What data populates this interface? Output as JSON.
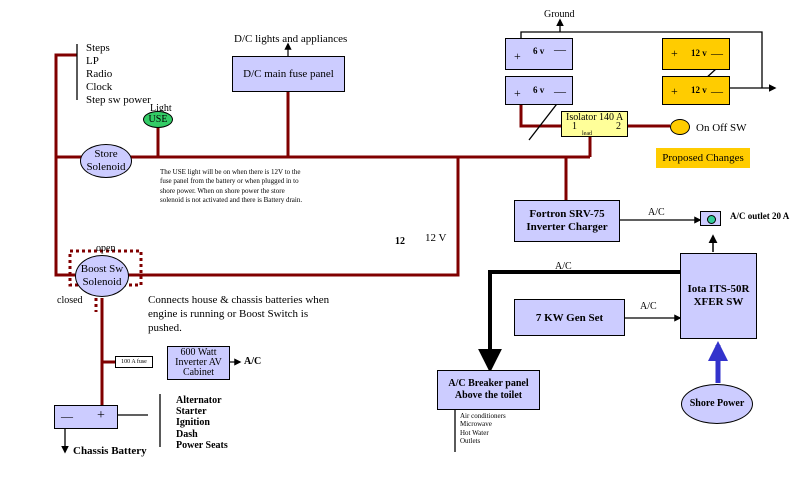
{
  "colors": {
    "wire_red": "#800000",
    "box_fill": "#ccccff",
    "yellow": "#ffcc00",
    "green": "#33cc66",
    "blue_arrow": "#3333cc"
  },
  "top_list": [
    "Steps",
    "LP",
    "Radio",
    "Clock",
    "Step sw power"
  ],
  "dc_panel": {
    "caption": "D/C lights and appliances",
    "label": "D/C main fuse panel"
  },
  "use_light": {
    "caption": "Light",
    "label": "USE"
  },
  "store_solenoid": {
    "label": "Store Solenoid"
  },
  "use_note": "The USE light will be on when there is 12V to the fuse panel from the battery or when plugged in to shore power. When on shore power the store solenoid is not activated and there is Battery drain.",
  "volt_labels": {
    "twelve": "12",
    "twelve_v": "12 V"
  },
  "boost": {
    "label": "Boost Sw Solenoid",
    "open": "open",
    "closed": "closed",
    "note": "Connects house & chassis batteries when engine is running or Boost Switch is pushed."
  },
  "inverter600": {
    "fuse": "100 A fuse",
    "label": "600 Watt Inverter AV Cabinet",
    "output": "A/C"
  },
  "chassis_battery": {
    "plus": "+",
    "minus": "—",
    "label": "Chassis Battery",
    "loads": [
      "Alternator",
      "Starter",
      "Ignition",
      "Dash",
      "Power Seats"
    ]
  },
  "house_batteries": {
    "ground": "Ground",
    "cells": [
      {
        "v": "6 v",
        "minus": "—",
        "plus": "+"
      },
      {
        "v": "6 v",
        "minus": "—",
        "plus": "+"
      }
    ]
  },
  "proposed_batteries": {
    "cells": [
      {
        "v": "12 v",
        "minus": "—",
        "plus": "+"
      },
      {
        "v": "12 v",
        "minus": "—",
        "plus": "+"
      }
    ]
  },
  "isolator": {
    "label": "Isolator 140 A",
    "t1": "1",
    "t2": "2",
    "lead": "lead"
  },
  "on_off": {
    "label": "On Off SW"
  },
  "proposed_changes": {
    "label": "Proposed Changes"
  },
  "fortron": {
    "label": "Fortron SRV-75 Inverter Charger",
    "ac": "A/C"
  },
  "ac_outlet": {
    "label": "A/C outlet 20 A"
  },
  "iota": {
    "label": "Iota ITS-50R XFER SW",
    "ac": "A/C"
  },
  "gen_set": {
    "label": "7 KW Gen Set",
    "ac": "A/C"
  },
  "breaker": {
    "label": "A/C Breaker panel Above the toilet",
    "loads": [
      "Air conditioners",
      "Microwave",
      "Hot Water",
      "Outlets"
    ]
  },
  "shore_power": {
    "label": "Shore Power"
  }
}
